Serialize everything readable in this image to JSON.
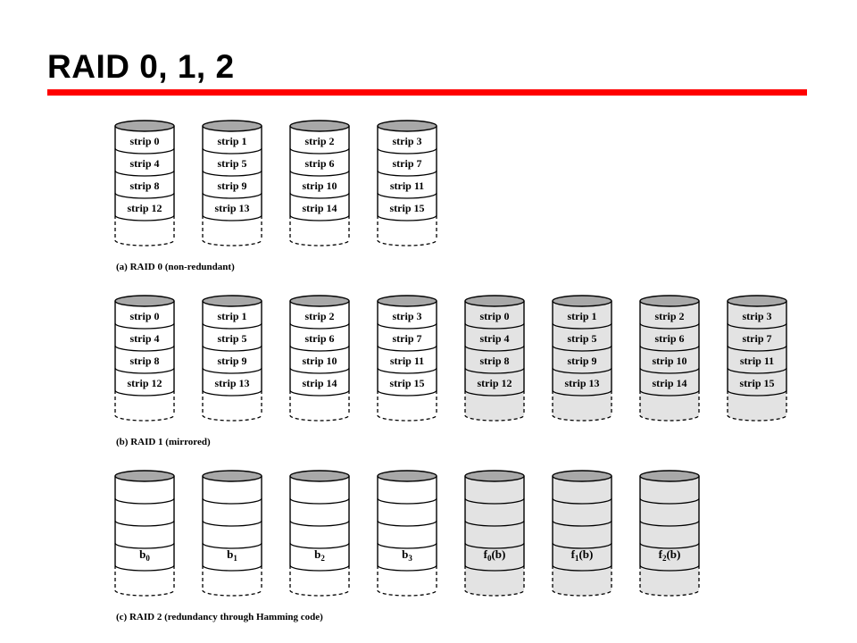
{
  "title": "RAID 0, 1, 2",
  "colors": {
    "accent": "#ff0000",
    "data_disk": "#ffffff",
    "redundant_disk": "#e3e3e3",
    "disk_top": "#a8a8a8"
  },
  "diagrams": [
    {
      "caption": "(a) RAID 0 (non-redundant)",
      "disks": [
        {
          "shaded": false,
          "labels": [
            "strip 0",
            "strip 4",
            "strip 8",
            "strip 12"
          ]
        },
        {
          "shaded": false,
          "labels": [
            "strip 1",
            "strip 5",
            "strip 9",
            "strip 13"
          ]
        },
        {
          "shaded": false,
          "labels": [
            "strip 2",
            "strip 6",
            "strip 10",
            "strip 14"
          ]
        },
        {
          "shaded": false,
          "labels": [
            "strip 3",
            "strip 7",
            "strip 11",
            "strip 15"
          ]
        }
      ]
    },
    {
      "caption": "(b) RAID 1 (mirrored)",
      "disks": [
        {
          "shaded": false,
          "labels": [
            "strip 0",
            "strip 4",
            "strip 8",
            "strip 12"
          ]
        },
        {
          "shaded": false,
          "labels": [
            "strip 1",
            "strip 5",
            "strip 9",
            "strip 13"
          ]
        },
        {
          "shaded": false,
          "labels": [
            "strip 2",
            "strip 6",
            "strip 10",
            "strip 14"
          ]
        },
        {
          "shaded": false,
          "labels": [
            "strip 3",
            "strip 7",
            "strip 11",
            "strip 15"
          ]
        },
        {
          "shaded": true,
          "labels": [
            "strip 0",
            "strip 4",
            "strip 8",
            "strip 12"
          ]
        },
        {
          "shaded": true,
          "labels": [
            "strip 1",
            "strip 5",
            "strip 9",
            "strip 13"
          ]
        },
        {
          "shaded": true,
          "labels": [
            "strip 2",
            "strip 6",
            "strip 10",
            "strip 14"
          ]
        },
        {
          "shaded": true,
          "labels": [
            "strip 3",
            "strip 7",
            "strip 11",
            "strip 15"
          ]
        }
      ]
    },
    {
      "caption": "(c) RAID 2 (redundancy through Hamming code)",
      "disks": [
        {
          "shaded": false,
          "bit": {
            "base": "b",
            "sub": "0",
            "suffix": ""
          }
        },
        {
          "shaded": false,
          "bit": {
            "base": "b",
            "sub": "1",
            "suffix": ""
          }
        },
        {
          "shaded": false,
          "bit": {
            "base": "b",
            "sub": "2",
            "suffix": ""
          }
        },
        {
          "shaded": false,
          "bit": {
            "base": "b",
            "sub": "3",
            "suffix": ""
          }
        },
        {
          "shaded": true,
          "bit": {
            "base": "f",
            "sub": "0",
            "suffix": "(b)"
          }
        },
        {
          "shaded": true,
          "bit": {
            "base": "f",
            "sub": "1",
            "suffix": "(b)"
          }
        },
        {
          "shaded": true,
          "bit": {
            "base": "f",
            "sub": "2",
            "suffix": "(b)"
          }
        }
      ]
    }
  ]
}
